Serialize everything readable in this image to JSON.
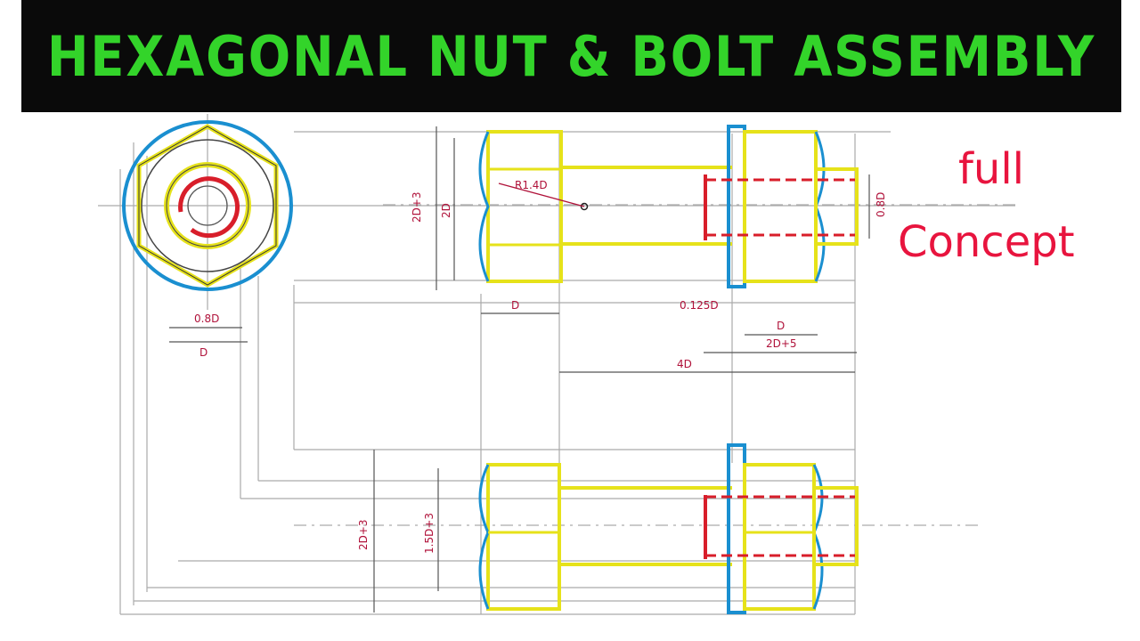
{
  "header": {
    "title": "HEXAGONAL NUT & BOLT ASSEMBLY",
    "colors": {
      "background": "#0a0a0a",
      "text": "#33d42a"
    }
  },
  "side_note": {
    "line1": "full",
    "line2": "Concept",
    "color": "#e8143e"
  },
  "drawing": {
    "colors": {
      "construction": "#aaaaaa",
      "hexagon": "#e6e21a",
      "washer": "#1a8fd0",
      "bolt": "#e6e21a",
      "thread": "#d81e2a",
      "dimension": "#b0123a",
      "outline": "#222222"
    },
    "dimension_labels": {
      "nut_d_inner": "0.8D",
      "nut_d": "D",
      "head_height": "2D+3",
      "head_width": "2D",
      "radius": "R1.4D",
      "head_thickness": "D",
      "washer_thickness": "0.125D",
      "thread_dia": "0.8D",
      "nut_thickness": "D",
      "nut_length": "2D+5",
      "bolt_length": "4D",
      "elev_height": "2D+3",
      "elev_inner": "1.5D+3"
    }
  }
}
